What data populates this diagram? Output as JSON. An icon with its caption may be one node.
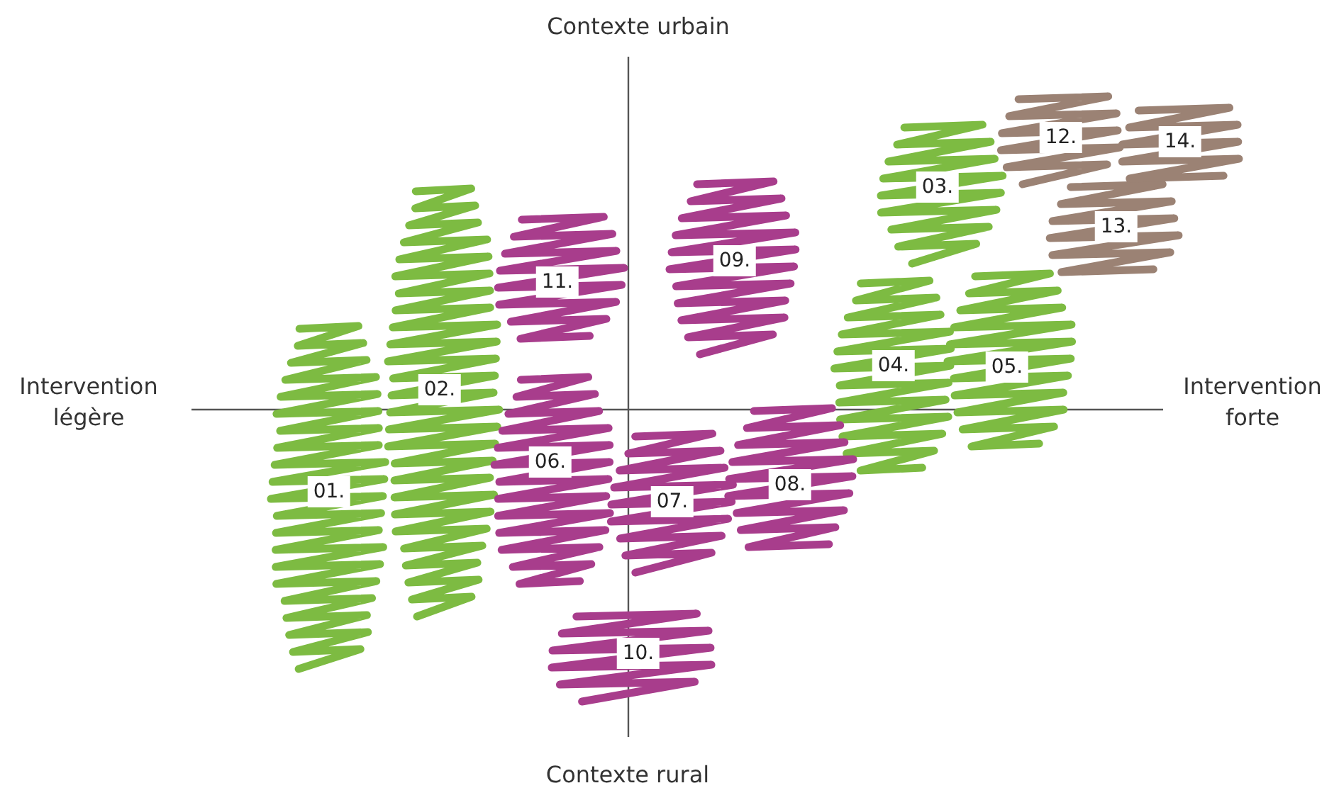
{
  "diagram": {
    "nodes": [
      {
        "text": [
          "01."
        ]
      },
      {
        "text": [
          "02."
        ]
      },
      {
        "text": [
          "03."
        ]
      },
      {
        "text": [
          "04."
        ]
      },
      {
        "text": [
          "05."
        ]
      },
      {
        "text": [
          "06."
        ]
      },
      {
        "text": [
          "07."
        ]
      },
      {
        "text": [
          "08."
        ]
      },
      {
        "text": [
          "09."
        ]
      },
      {
        "text": [
          "10."
        ]
      },
      {
        "text": [
          "11."
        ]
      },
      {
        "text": [
          "12."
        ]
      },
      {
        "text": [
          "13."
        ]
      },
      {
        "text": [
          "14."
        ]
      }
    ],
    "edges": [],
    "labels": [
      "Contexte urbain",
      "Intervention légère",
      "Intervention forte",
      "Contexte rural"
    ]
  }
}
